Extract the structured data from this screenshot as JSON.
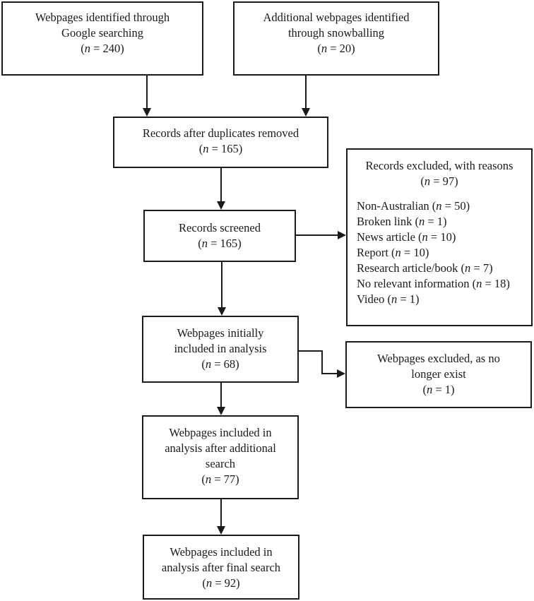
{
  "diagram": {
    "title": "Webpage screening flow diagram",
    "colors": {
      "line": "#1a1a1a",
      "box_border": "#1a1a1a",
      "box_fill": "#ffffff",
      "text": "#1a1a1a"
    },
    "boxes": {
      "google": {
        "lines": [
          "Webpages identified through",
          "Google searching",
          "(n = 240)"
        ]
      },
      "snowball": {
        "lines": [
          "Additional webpages identified",
          "through snowballing",
          "(n = 20)"
        ]
      },
      "duplicates": {
        "lines": [
          "Records after duplicates removed",
          "(n = 165)"
        ]
      },
      "screened": {
        "lines": [
          "Records screened",
          "(n = 165)"
        ]
      },
      "excluded_reasons": {
        "title_lines": [
          "Records excluded, with reasons",
          "(n = 97)"
        ],
        "items": [
          "Non-Australian (n = 50)",
          "Broken link (n = 1)",
          "News article (n = 10)",
          "Report (n = 10)",
          "Research article/book (n = 7)",
          "No relevant information (n = 18)",
          "Video (n = 1)"
        ]
      },
      "initially_included": {
        "lines": [
          "Webpages initially",
          "included in analysis",
          "(n = 68)"
        ]
      },
      "excluded_no_longer": {
        "lines": [
          "Webpages excluded, as no",
          "longer exist",
          "(n = 1)"
        ]
      },
      "additional_search": {
        "lines": [
          "Webpages included in",
          "analysis after additional",
          "search",
          "(n = 77)"
        ]
      },
      "final_search": {
        "lines": [
          "Webpages included in",
          "analysis after final search",
          "(n = 92)"
        ]
      }
    }
  }
}
